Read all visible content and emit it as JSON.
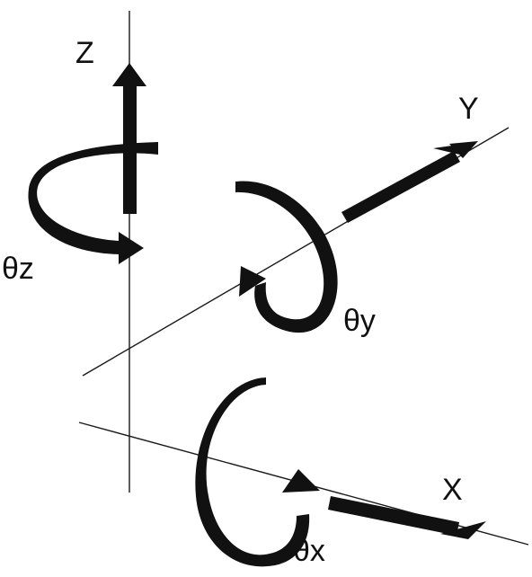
{
  "labels": {
    "z": "Z",
    "y": "Y",
    "x": "X",
    "theta_z": "θz",
    "theta_y": "θy",
    "theta_x": "θx"
  },
  "colors": {
    "ink": "#111111",
    "background": "#ffffff"
  }
}
